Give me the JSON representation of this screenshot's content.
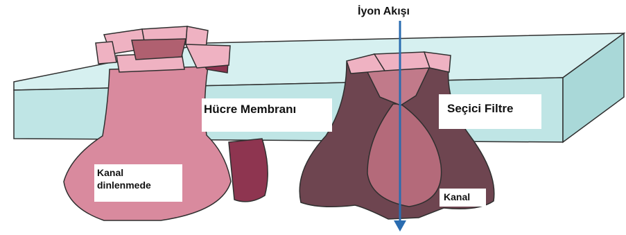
{
  "labels": {
    "ion_flow": "İyon Akışı",
    "membrane": "Hücre Membranı",
    "selective_filter": "Seçici Filtre",
    "channel_resting_line1": "Kanal",
    "channel_resting_line2": "dinlenmede",
    "channel": "Kanal"
  },
  "colors": {
    "membrane_face": "#bfe5e5",
    "membrane_top": "#d6f0f0",
    "pink_channel": "#d98a9e",
    "pink_light": "#efb2c2",
    "dark_channel": "#6e4550",
    "inner_channel": "#b46a7a",
    "arrow": "#2a6cb0"
  }
}
